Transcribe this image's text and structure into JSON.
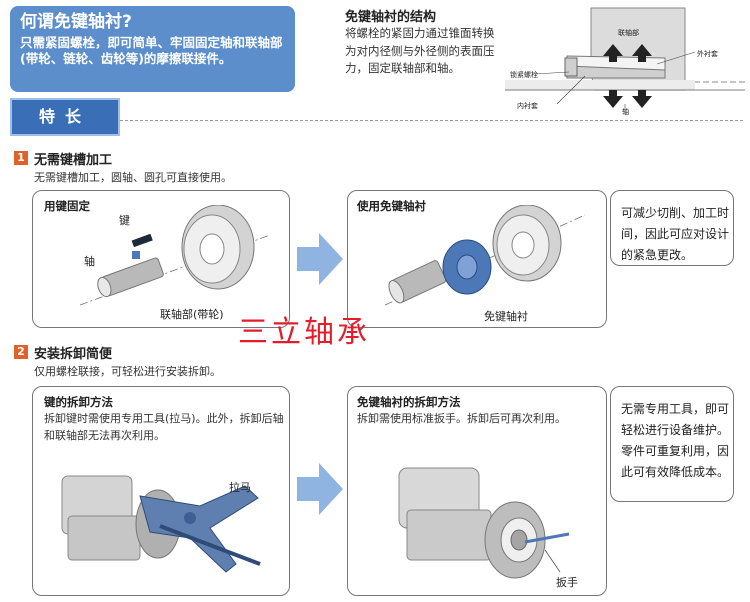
{
  "intro": {
    "title": "何谓免键轴衬?",
    "description": "只需紧固螺栓，即可简单、牢固固定轴和联轴部(带轮、链轮、齿轮等)的摩擦联接件。"
  },
  "structure": {
    "title": "免键轴衬的结构",
    "description": "将螺栓的紧固力通过锥面转换为对内径侧与外径侧的表面压力，固定联轴部和轴。",
    "labels": {
      "coupling": "联轴部",
      "outer_sleeve": "外衬套",
      "bolt": "锁紧螺栓",
      "inner_sleeve": "内衬套",
      "shaft": "轴"
    }
  },
  "features_tab": "特长",
  "section1": {
    "number": "1",
    "title": "无需键槽加工",
    "description": "无需键槽加工，圆轴、圆孔可直接使用。",
    "left_panel": {
      "title": "用键固定",
      "labels": {
        "key": "键",
        "shaft": "轴",
        "coupling": "联轴部(带轮)"
      }
    },
    "right_panel": {
      "title": "使用免键轴衬",
      "labels": {
        "bushing": "免键轴衬"
      }
    },
    "note": "可减少切削、加工时间，因此可应对设计的紧急更改。"
  },
  "watermark": "三立轴承",
  "section2": {
    "number": "2",
    "title": "安装拆卸简便",
    "description": "仅用螺栓联接，可轻松进行安装拆卸。",
    "left_panel": {
      "title": "键的拆卸方法",
      "text": "拆卸键时需使用专用工具(拉马)。此外，拆卸后轴和联轴部无法再次利用。",
      "labels": {
        "puller": "拉马"
      }
    },
    "right_panel": {
      "title": "免键轴衬的拆卸方法",
      "text": "拆卸需使用标准扳手。拆卸后可再次利用。",
      "labels": {
        "wrench": "扳手"
      }
    },
    "note": "无需专用工具，即可轻松进行设备维护。零件可重复利用，因此可有效降低成本。"
  }
}
